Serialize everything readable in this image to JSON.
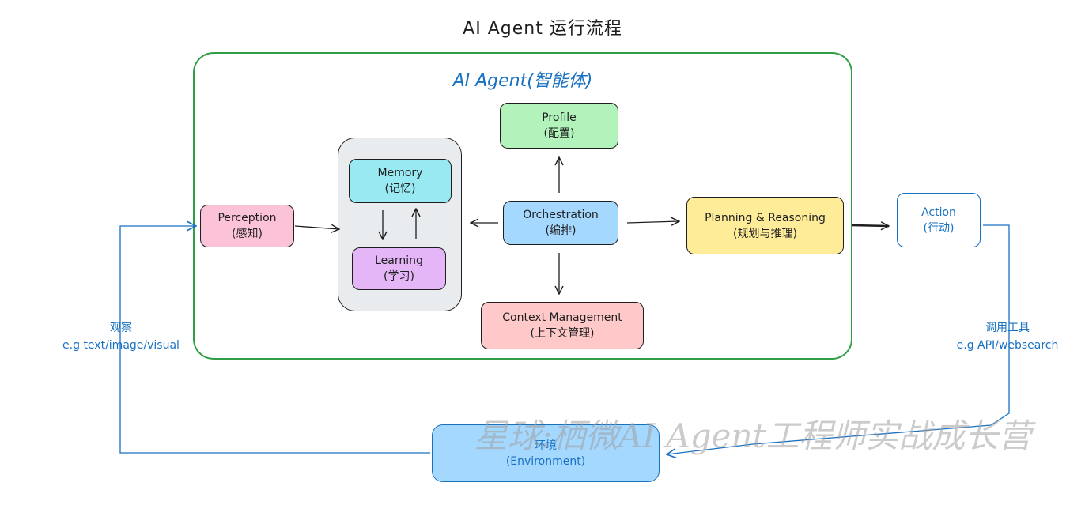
{
  "title": "AI  Agent 运行流程",
  "agent_box": {
    "title": "AI Agent(智能体)"
  },
  "nodes": {
    "perception": {
      "line1": "Perception",
      "line2": "(感知)"
    },
    "memory": {
      "line1": "Memory",
      "line2": "(记忆)"
    },
    "learning": {
      "line1": "Learning",
      "line2": "(学习)"
    },
    "profile": {
      "line1": "Profile",
      "line2": "(配置)"
    },
    "orchestration": {
      "line1": "Orchestration",
      "line2": "(编排)"
    },
    "context": {
      "line1": "Context Management",
      "line2": "(上下文管理)"
    },
    "planning": {
      "line1": "Planning & Reasoning",
      "line2": "(规划与推理)"
    },
    "action": {
      "line1": "Action",
      "line2": "(行动)"
    },
    "environment": {
      "line1": "环境",
      "line2": "(Environment)"
    }
  },
  "edge_labels": {
    "observe": {
      "line1": "观察",
      "line2": "e.g text/image/visual"
    },
    "invoke": {
      "line1": "调用工具",
      "line2": "e.g API/websearch"
    }
  },
  "watermark": "星球:栖微AI Agent工程师实战成长营",
  "colors": {
    "agent_border": "#2f9e44",
    "blue": "#1971c2",
    "perception": "#fcc2d7",
    "memory": "#99e9f2",
    "learning": "#e5b6f7",
    "profile": "#b2f2bb",
    "orchestration": "#a5d8ff",
    "context": "#ffc9c9",
    "planning": "#ffec99",
    "memory_group": "#e9ecef"
  }
}
